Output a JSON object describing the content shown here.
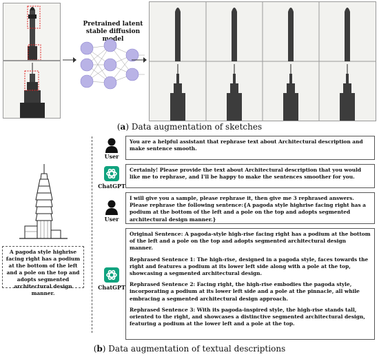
{
  "part_a": {
    "model_title": "Pretrained latent stable diffusion model",
    "caption_letter": "a",
    "caption_text": " Data augmentation of sketches"
  },
  "part_b": {
    "caption_letter": "b",
    "caption_text": " Data augmentation of textual descriptions",
    "description": "A pagoda style highrise facing right has a podium at the bottom of the left and a pole on the top and adopts segmented architectural design manner.",
    "user_label": "User",
    "chatgpt_label": "ChatGPT",
    "messages": {
      "user_1": "You are a helpful assistant that rephrase text about Architectural description and make sentence smooth.",
      "gpt_1": "Certainly! Please provide the text about Architectural description that you would like me to rephrase, and I'll be happy to make the sentences smoother for you.",
      "user_2": "I will give you a sample, please rephrase it, then give me 3 rephrased answers. Please rephrase the following sentence:{A pagoda style highrise facing right has a podium at the bottom of the left and a pole on the top and adopts segmented architectural design manner.}",
      "gpt_2_original": "Original Sentence: A pagoda-style high-rise facing right has a podium at the bottom of the left and a pole on the top and adopts segmented architectural design manner.",
      "gpt_2_r1": "Rephrased Sentence 1: The high-rise, designed in a pagoda style, faces towards the right and features a podium at its lower left side along with a pole at the top, showcasing a segmented architectural design.",
      "gpt_2_r2": "Rephrased Sentence 2: Facing right, the high-rise embodies the pagoda style, incorporating a podium at its lower left side and a pole at the pinnacle, all while embracing a segmented architectural design approach.",
      "gpt_2_r3": "Rephrased Sentence 3: With its pagoda-inspired style, the high-rise stands tall, oriented to the right, and showcases a distinctive segmented architectural design, featuring a podium at the lower left and a pole at the top."
    }
  },
  "colors": {
    "chatgpt": "#10a37f",
    "highlight": "#e02020",
    "node": "#b9b3e6"
  },
  "icons": [
    "user-icon",
    "chatgpt-icon",
    "arrow-right-icon",
    "neural-network-icon"
  ]
}
